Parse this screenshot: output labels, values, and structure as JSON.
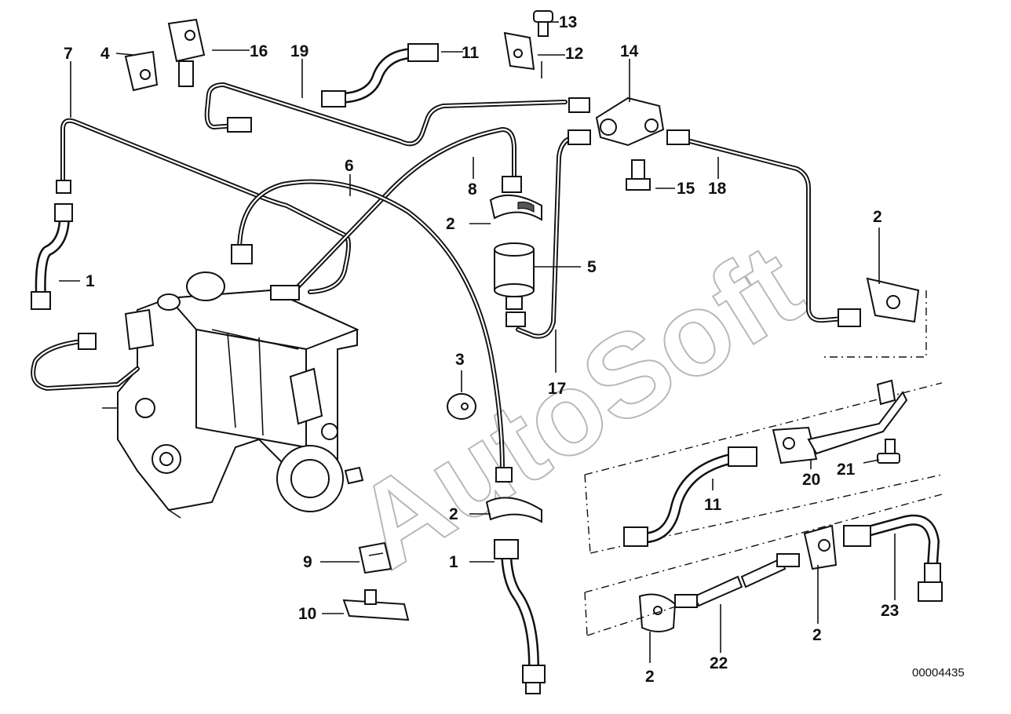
{
  "callouts": {
    "c1a": "1",
    "c1b": "1",
    "c2a": "2",
    "c2b": "2",
    "c2c": "2",
    "c2d": "2",
    "c2e": "2",
    "c3": "3",
    "c4": "4",
    "c5": "5",
    "c6": "6",
    "c7": "7",
    "c8": "8",
    "c9": "9",
    "c10": "10",
    "c11a": "11",
    "c11b": "11",
    "c12": "12",
    "c13": "13",
    "c14": "14",
    "c15": "15",
    "c16": "16",
    "c17": "17",
    "c18": "18",
    "c19": "19",
    "c20": "20",
    "c21": "21",
    "c22": "22",
    "c23": "23"
  },
  "diagram_code": "00004435",
  "watermark": "AutoSoft"
}
